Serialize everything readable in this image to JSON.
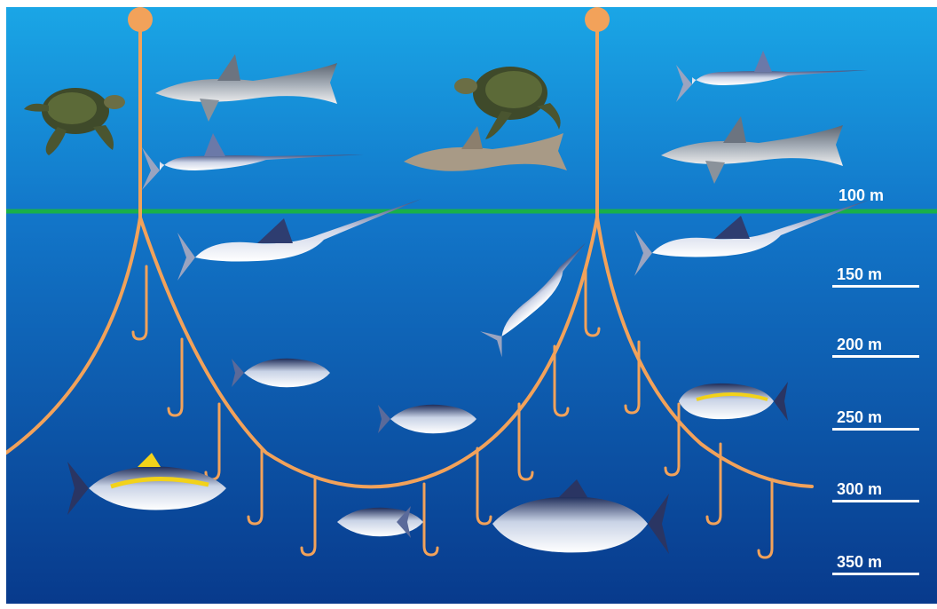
{
  "diagram": {
    "colors": {
      "water_top": "#1aa6e6",
      "water_bottom": "#083a8c",
      "thermocline": "#19b04a",
      "longline": "#f2a25a",
      "label_text": "#ffffff"
    },
    "depth_labels": [
      {
        "label": "100 m",
        "underlined": false
      },
      {
        "label": "150 m",
        "underlined": true
      },
      {
        "label": "200 m",
        "underlined": true
      },
      {
        "label": "250 m",
        "underlined": true
      },
      {
        "label": "300 m",
        "underlined": true
      },
      {
        "label": "350 m",
        "underlined": true
      }
    ],
    "species": [
      "sea-turtle",
      "shark",
      "swordfish",
      "marlin",
      "tuna"
    ]
  }
}
